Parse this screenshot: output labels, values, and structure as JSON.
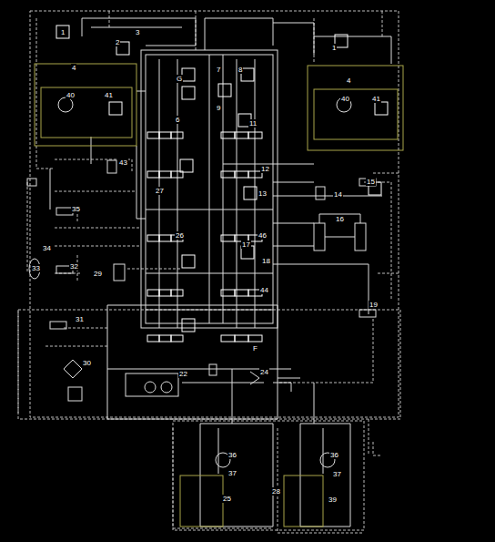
{
  "diagram": {
    "labels": [
      "1",
      "2",
      "3",
      "4",
      "40",
      "41",
      "G",
      "7",
      "8",
      "6",
      "9",
      "11",
      "1",
      "4",
      "40",
      "41",
      "43",
      "12",
      "27",
      "13",
      "14",
      "15",
      "16",
      "35",
      "26",
      "46",
      "17",
      "34",
      "32",
      "33",
      "29",
      "18",
      "44",
      "19",
      "31",
      "30",
      "F",
      "22",
      "24",
      "36",
      "37",
      "25",
      "28",
      "36",
      "37",
      "39"
    ]
  }
}
